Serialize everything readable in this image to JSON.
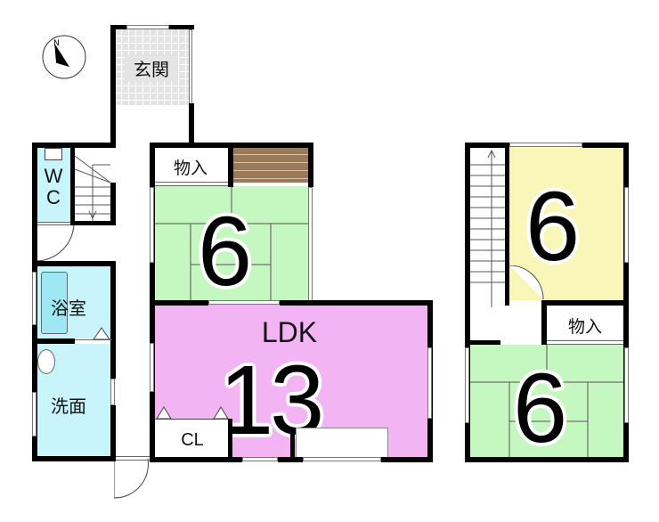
{
  "compass": {
    "label": "N"
  },
  "rooms": {
    "genkan": {
      "label": "玄関",
      "color": "#e4e4e4"
    },
    "wc": {
      "label": "WC",
      "color": "#c8f4fb"
    },
    "bath": {
      "label": "浴室",
      "color": "#c8f4fb",
      "tub_color": "#9ee8f4"
    },
    "washroom": {
      "label": "洗面",
      "color": "#c8f4fb"
    },
    "storage1": {
      "label": "物入"
    },
    "tokonoma": {
      "color": "#9b7a5a"
    },
    "washitsu1": {
      "size": "6",
      "color": "#c5f7c0"
    },
    "ldk": {
      "label": "LDK",
      "size": "13",
      "color": "#f3b4f3"
    },
    "closet": {
      "label": "CL"
    },
    "upper_room": {
      "size": "6",
      "color": "#f8f7b8"
    },
    "storage2": {
      "label": "物入"
    },
    "washitsu2": {
      "size": "6",
      "color": "#c5f7c0"
    }
  }
}
